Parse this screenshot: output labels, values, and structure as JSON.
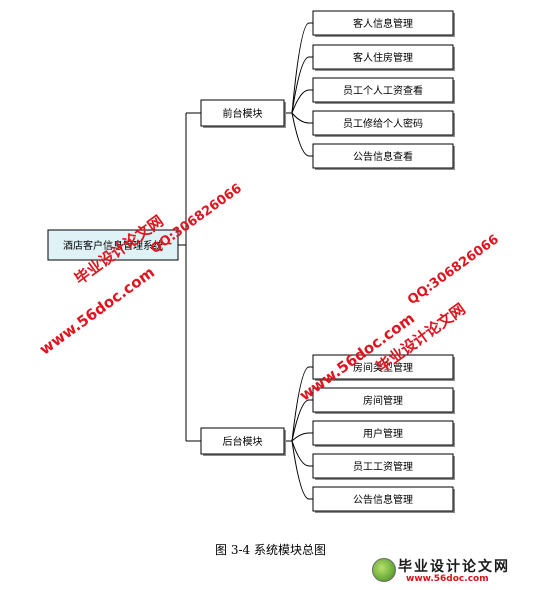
{
  "root": {
    "label": "酒店客户信息管理系统"
  },
  "groups": [
    {
      "label": "前台模块",
      "items": [
        "客人信息管理",
        "客人住房管理",
        "员工个人工资查看",
        "员工修给个人密码",
        "公告信息查看"
      ]
    },
    {
      "label": "后台模块",
      "items": [
        "房间类型管理",
        "房间管理",
        "用户管理",
        "员工工资管理",
        "公告信息管理"
      ]
    }
  ],
  "caption": "图 3-4 系统模块总图",
  "watermarks": {
    "title": "毕业设计论文网",
    "url": "www.56doc.com",
    "qq": "QQ:306826066"
  },
  "footer_logo": {
    "title": "毕业设计论文网",
    "url": "www.56doc.com"
  },
  "colors": {
    "root_fill": "#dff2f6",
    "node_stroke": "#000000",
    "watermark": "#e0141e"
  }
}
